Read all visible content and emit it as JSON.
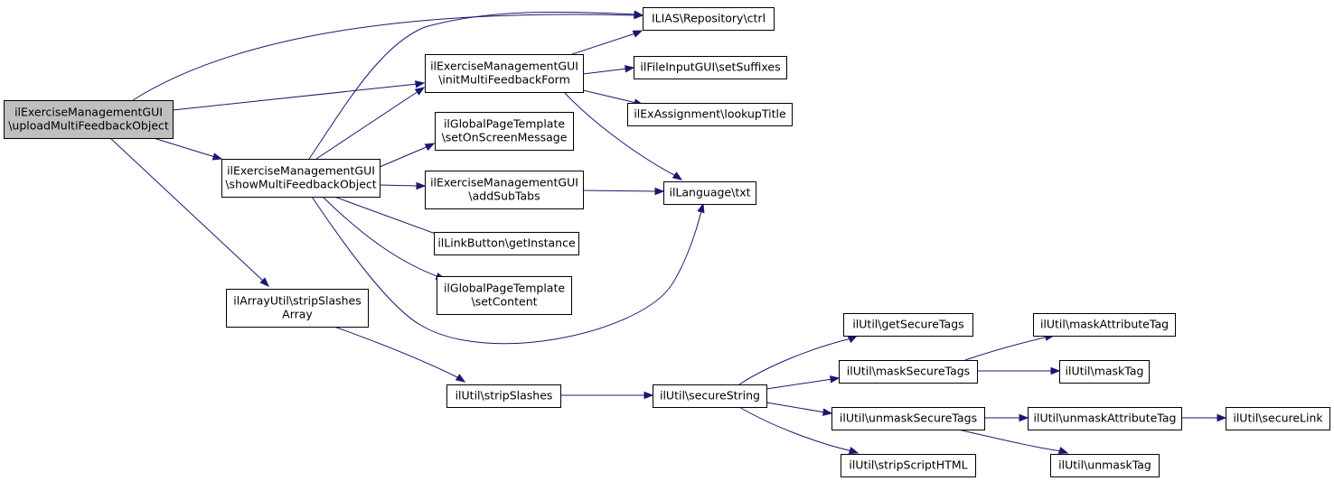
{
  "diagram": {
    "edge_color": "#191970",
    "root_fill": "#bfbfbf",
    "node_fill": "#ffffff",
    "nodes": [
      {
        "id": "root",
        "lines": [
          "ilExerciseManagementGUI",
          "\\uploadMultiFeedbackObject"
        ],
        "highlighted": true
      },
      {
        "id": "ctrl",
        "lines": [
          "ILIAS\\Repository\\ctrl"
        ]
      },
      {
        "id": "initForm",
        "lines": [
          "ilExerciseManagementGUI",
          "\\initMultiFeedbackForm"
        ]
      },
      {
        "id": "setSuffixes",
        "lines": [
          "ilFileInputGUI\\setSuffixes"
        ]
      },
      {
        "id": "lookupTitle",
        "lines": [
          "ilExAssignment\\lookupTitle"
        ]
      },
      {
        "id": "setOnScreen",
        "lines": [
          "ilGlobalPageTemplate",
          "\\setOnScreenMessage"
        ]
      },
      {
        "id": "showMulti",
        "lines": [
          "ilExerciseManagementGUI",
          "\\showMultiFeedbackObject"
        ]
      },
      {
        "id": "addSubTabs",
        "lines": [
          "ilExerciseManagementGUI",
          "\\addSubTabs"
        ]
      },
      {
        "id": "txt",
        "lines": [
          "ilLanguage\\txt"
        ]
      },
      {
        "id": "getInstance",
        "lines": [
          "ilLinkButton\\getInstance"
        ]
      },
      {
        "id": "setContent",
        "lines": [
          "ilGlobalPageTemplate",
          "\\setContent"
        ]
      },
      {
        "id": "stripArray",
        "lines": [
          "ilArrayUtil\\stripSlashes",
          "Array"
        ]
      },
      {
        "id": "stripSlashes",
        "lines": [
          "ilUtil\\stripSlashes"
        ]
      },
      {
        "id": "secureString",
        "lines": [
          "ilUtil\\secureString"
        ]
      },
      {
        "id": "getSecureTags",
        "lines": [
          "ilUtil\\getSecureTags"
        ]
      },
      {
        "id": "maskSecure",
        "lines": [
          "ilUtil\\maskSecureTags"
        ]
      },
      {
        "id": "unmaskSecure",
        "lines": [
          "ilUtil\\unmaskSecureTags"
        ]
      },
      {
        "id": "stripScript",
        "lines": [
          "ilUtil\\stripScriptHTML"
        ]
      },
      {
        "id": "maskAttr",
        "lines": [
          "ilUtil\\maskAttributeTag"
        ]
      },
      {
        "id": "maskTag",
        "lines": [
          "ilUtil\\maskTag"
        ]
      },
      {
        "id": "unmaskAttr",
        "lines": [
          "ilUtil\\unmaskAttributeTag"
        ]
      },
      {
        "id": "unmaskTag",
        "lines": [
          "ilUtil\\unmaskTag"
        ]
      },
      {
        "id": "secureLink",
        "lines": [
          "ilUtil\\secureLink"
        ]
      }
    ],
    "edges": [
      [
        "root",
        "ctrl"
      ],
      [
        "root",
        "initForm"
      ],
      [
        "root",
        "showMulti"
      ],
      [
        "root",
        "stripArray"
      ],
      [
        "initForm",
        "ctrl"
      ],
      [
        "initForm",
        "setSuffixes"
      ],
      [
        "initForm",
        "lookupTitle"
      ],
      [
        "initForm",
        "txt"
      ],
      [
        "showMulti",
        "ctrl"
      ],
      [
        "showMulti",
        "initForm"
      ],
      [
        "showMulti",
        "setOnScreen"
      ],
      [
        "showMulti",
        "addSubTabs"
      ],
      [
        "showMulti",
        "getInstance"
      ],
      [
        "showMulti",
        "setContent"
      ],
      [
        "showMulti",
        "txt"
      ],
      [
        "addSubTabs",
        "txt"
      ],
      [
        "stripArray",
        "stripSlashes"
      ],
      [
        "stripSlashes",
        "secureString"
      ],
      [
        "secureString",
        "getSecureTags"
      ],
      [
        "secureString",
        "maskSecure"
      ],
      [
        "secureString",
        "unmaskSecure"
      ],
      [
        "secureString",
        "stripScript"
      ],
      [
        "maskSecure",
        "maskAttr"
      ],
      [
        "maskSecure",
        "maskTag"
      ],
      [
        "unmaskSecure",
        "unmaskAttr"
      ],
      [
        "unmaskSecure",
        "unmaskTag"
      ],
      [
        "unmaskAttr",
        "secureLink"
      ]
    ]
  }
}
